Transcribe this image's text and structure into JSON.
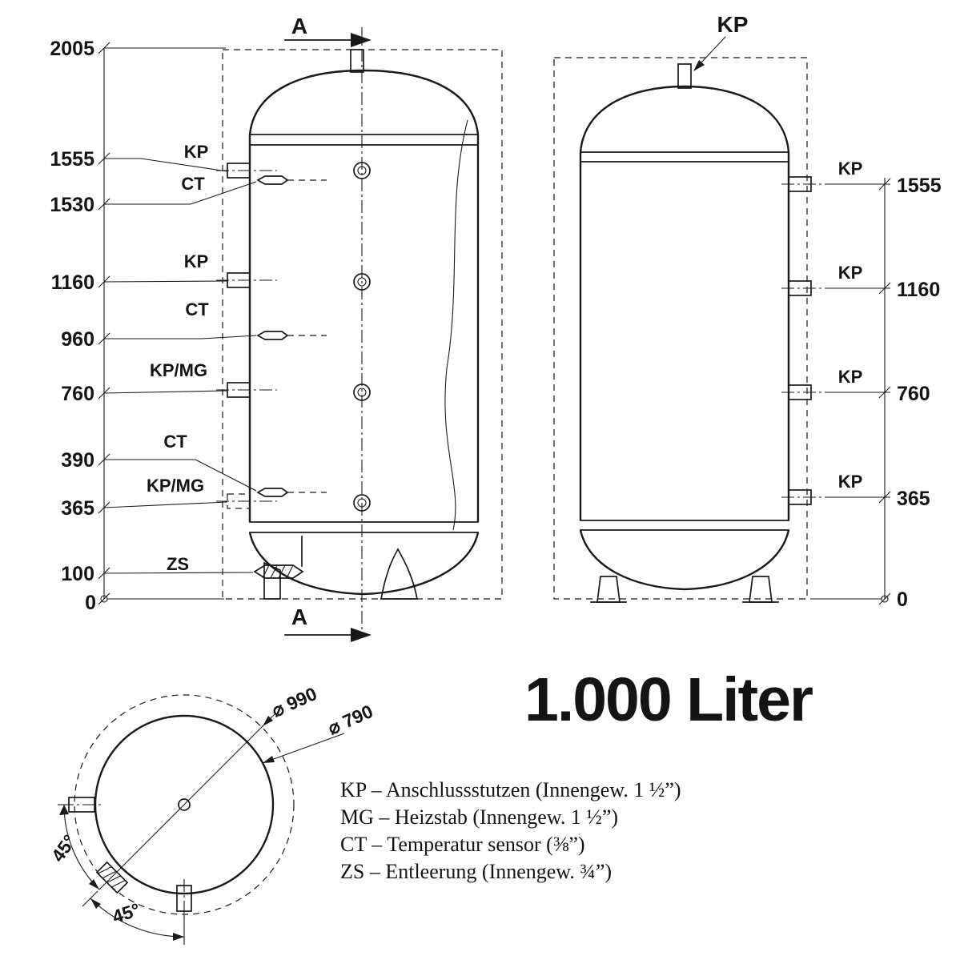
{
  "title": "1.000 Liter",
  "section_marker": "A",
  "left_view": {
    "dims": [
      "2005",
      "1555",
      "1530",
      "1160",
      "960",
      "760",
      "390",
      "365",
      "100",
      "0"
    ],
    "ports": [
      "KP",
      "CT",
      "KP",
      "CT",
      "KP/MG",
      "CT",
      "KP/MG",
      "ZS"
    ]
  },
  "right_view": {
    "top_port": "KP",
    "kp_labels": [
      "KP",
      "KP",
      "KP",
      "KP"
    ],
    "dims": [
      "1555",
      "1160",
      "760",
      "365",
      "0"
    ]
  },
  "top_view": {
    "dia_outer": "⌀ 990",
    "dia_inner": "⌀ 790",
    "angles": [
      "45°",
      "45°"
    ]
  },
  "legend": [
    "KP – Anschlussstutzen (Innengew. 1 ½”)",
    "MG – Heizstab (Innengew. 1 ½”)",
    "CT – Temperatur sensor (⅜”)",
    "ZS – Entleerung (Innengew. ¾”)"
  ]
}
